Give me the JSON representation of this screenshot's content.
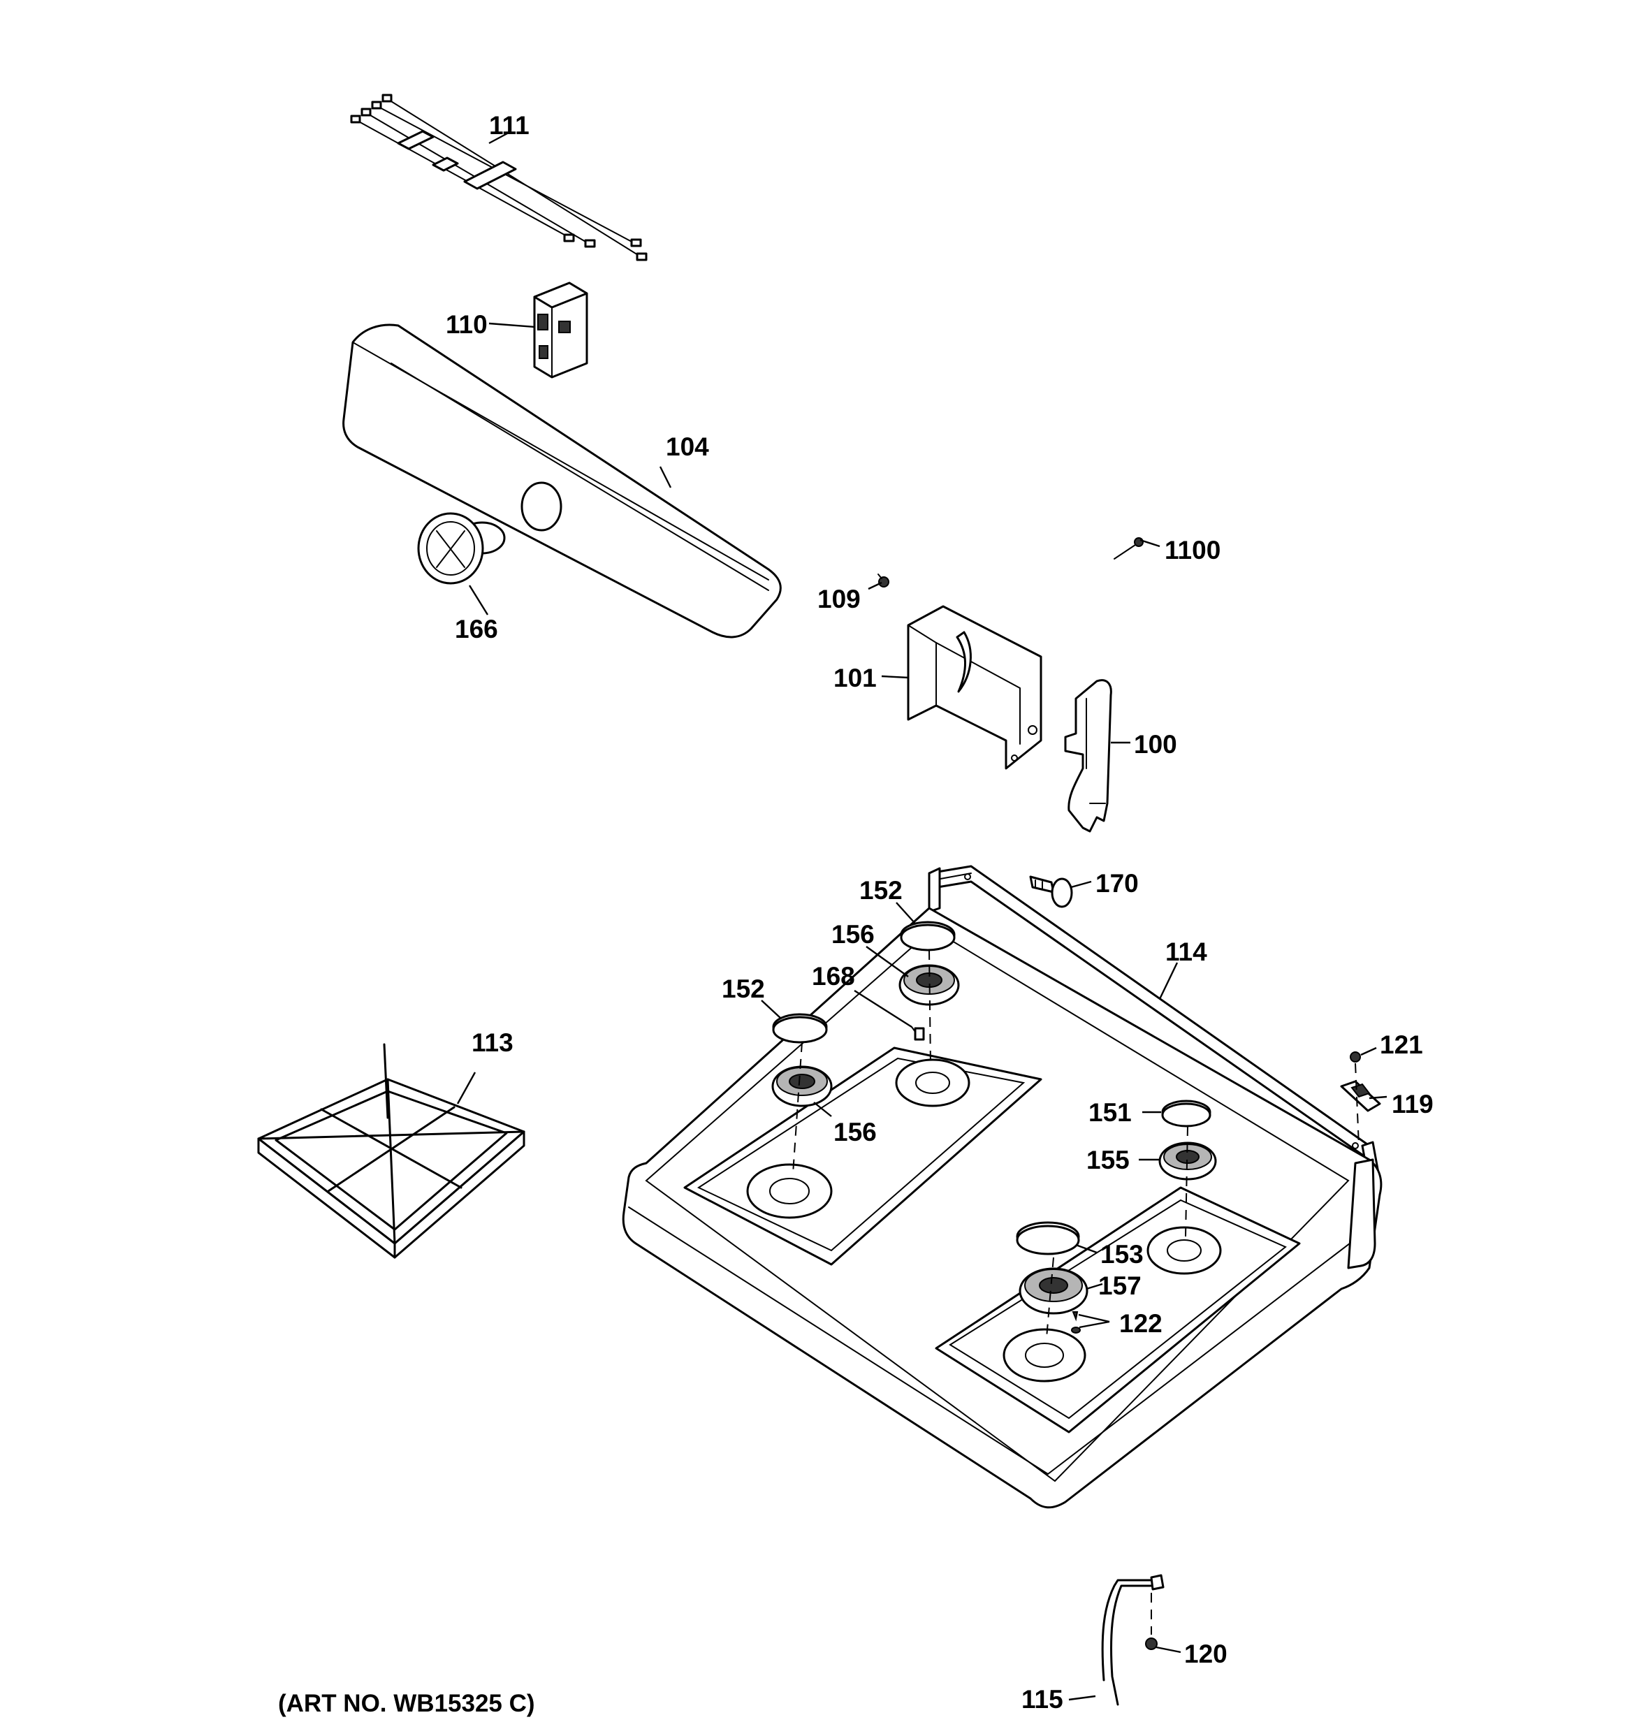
{
  "labels": {
    "p111": "111",
    "p110": "110",
    "p104": "104",
    "p166": "166",
    "p109": "109",
    "p1100": "1100",
    "p101": "101",
    "p100": "100",
    "p170": "170",
    "p152a": "152",
    "p156a": "156",
    "p168": "168",
    "p152b": "152",
    "p114": "114",
    "p113": "113",
    "p156b": "156",
    "p121": "121",
    "p119": "119",
    "p151": "151",
    "p155": "155",
    "p153": "153",
    "p157": "157",
    "p122": "122",
    "p115": "115",
    "p120": "120"
  },
  "art_number": "(ART NO. WB15325 C)"
}
